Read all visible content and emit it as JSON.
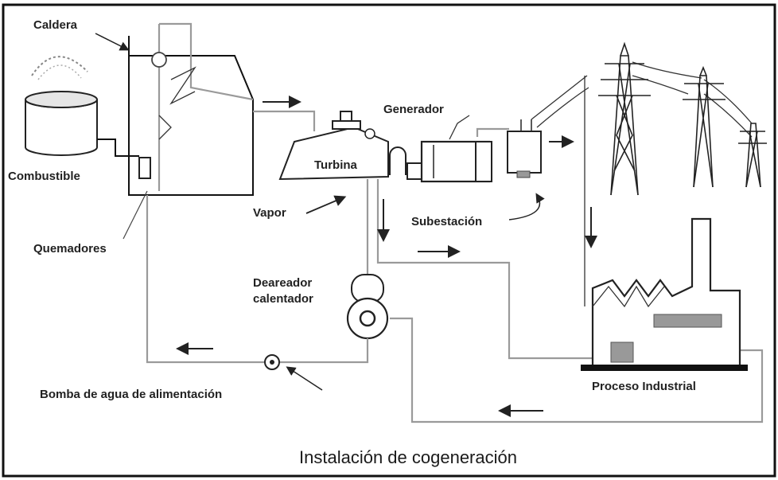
{
  "title": "Instalación de cogeneración",
  "labels": {
    "caldera": "Caldera",
    "combustible": "Combustible",
    "quemadores": "Quemadores",
    "vapor": "Vapor",
    "turbina": "Turbina",
    "generador": "Generador",
    "subestacion": "Subestación",
    "deareador_1": "Deareador",
    "deareador_2": "calentador",
    "bomba": "Bomba de agua de alimentación",
    "proceso": "Proceso Industrial"
  }
}
